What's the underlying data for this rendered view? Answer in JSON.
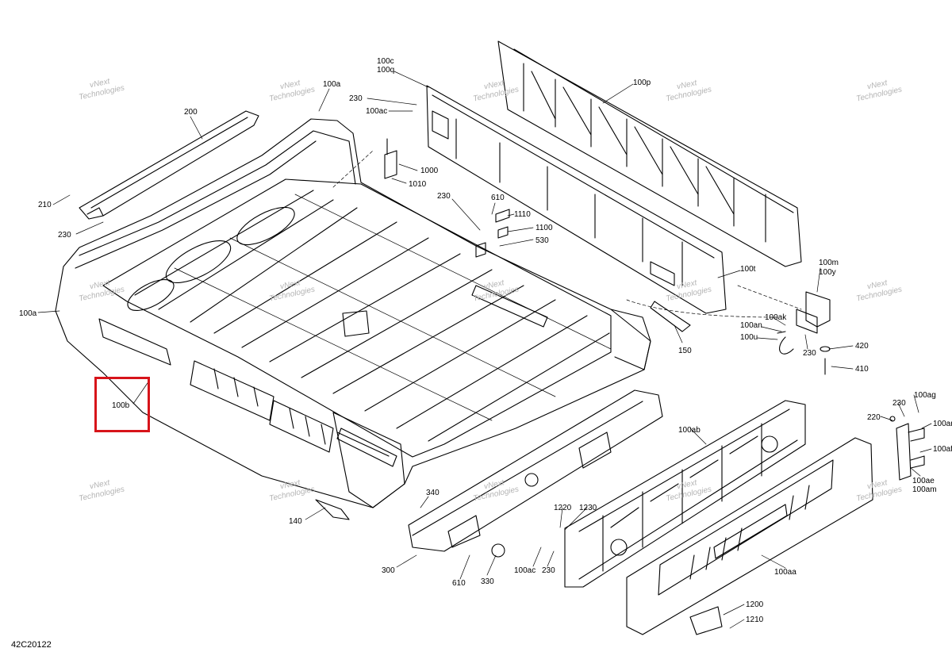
{
  "drawing_code": "42C20122",
  "highlight_color": "#d7141a",
  "watermark": {
    "line1": "vNext",
    "line2": "Technologies"
  },
  "callouts": {
    "c200": "200",
    "c210": "210",
    "c230_left": "230",
    "c100a_top": "100a",
    "c100a_left": "100a",
    "c100b": "100b",
    "c140": "140",
    "c300": "300",
    "c340": "340",
    "c610_bottom": "610",
    "c330": "330",
    "c100c": "100c",
    "c100q": "100q",
    "c230_top": "230",
    "c100ac_top": "100ac",
    "c1000": "1000",
    "c1010": "1010",
    "c230_mid": "230",
    "c610_mid": "610",
    "c1110": "1110",
    "c1100": "1100",
    "c530": "530",
    "c100p": "100p",
    "c100t": "100t",
    "c100m": "100m",
    "c100y": "100y",
    "c100ak": "100ak",
    "c100an": "100an",
    "c100u": "100u",
    "c230_right": "230",
    "c420": "420",
    "c410": "410",
    "c150": "150",
    "c100ag": "100ag",
    "c230_far": "230",
    "c100ar": "100ar",
    "c220": "220",
    "c100af": "100af",
    "c100ae": "100ae",
    "c100am": "100am",
    "c100ab": "100ab",
    "c1220": "1220",
    "c1230": "1230",
    "c100ac_bottom": "100ac",
    "c230_bottom": "230",
    "c100aa": "100aa",
    "c1200": "1200",
    "c1210": "1210"
  }
}
